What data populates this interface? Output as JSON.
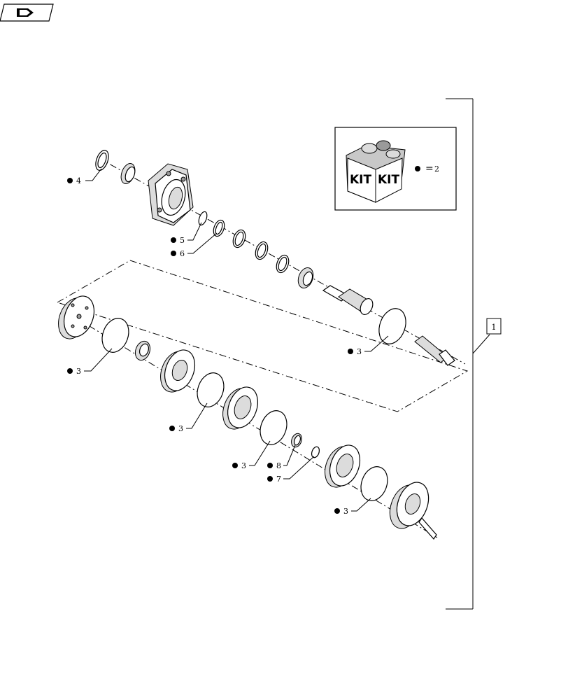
{
  "nav_icon": "forward-book-icon",
  "kit_box": {
    "kit_text_left": "KIT",
    "kit_text_right": "KIT",
    "kit_ref": "2"
  },
  "assembly_ref": "1",
  "callouts": {
    "c4": "4",
    "c5": "5",
    "c6": "6",
    "c3a": "3",
    "c3b": "3",
    "c3c": "3",
    "c3d": "3",
    "c3e": "3",
    "c8": "8",
    "c7": "7"
  }
}
